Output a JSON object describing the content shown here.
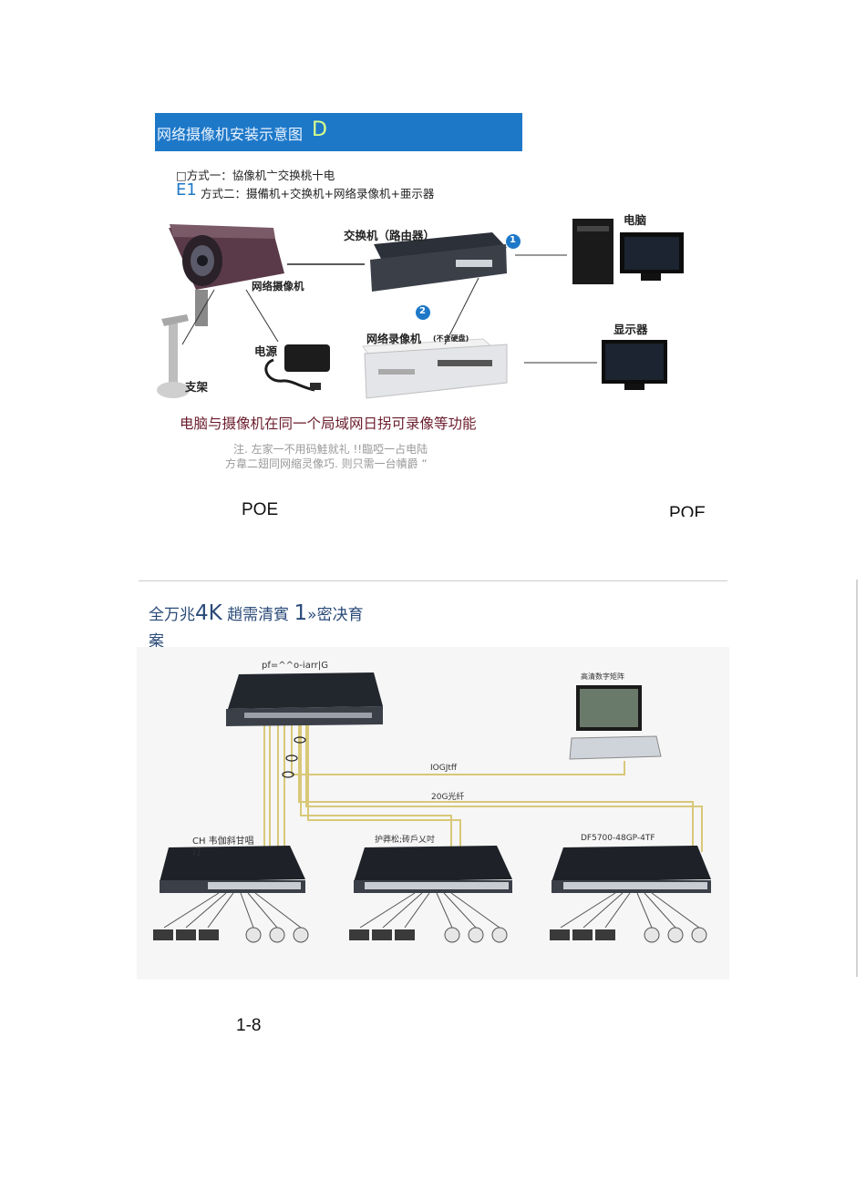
{
  "section1": {
    "banner_title": "网络摄像机安装示意图",
    "banner_letter": "D",
    "option1": "□方式一：協像机亠交换桃十电",
    "option2_tag": "E1",
    "option2": "方式二：摄備机+交换机+网络录像机+亜示器",
    "labels": {
      "switch": "交换机（路由器）",
      "computer": "电脑",
      "camera": "网络摄像机",
      "num1": "1",
      "num2": "2",
      "nvr": "网络录像机",
      "nvr_note": "(不含硬盘)",
      "monitor": "显示器",
      "power": "电源",
      "bracket": "支架"
    },
    "caption": "电脑与摄像机在同一个局域网日拐可录像等功能",
    "note_line1": "注. 左家一不用码鮭就礼 !!臨啞一占电陆",
    "note_line2": "方韋二翅同网缩灵像巧. 则只需一台幘爵 “",
    "poe_left": "POE",
    "poe_right": "POE"
  },
  "section2": {
    "title_part1": "全万兆",
    "title_4k": "4K",
    "title_part2": "趙需清賓",
    "title_num": "1",
    "title_part3": "»密决育",
    "title_line2": "案",
    "labels": {
      "core_switch": "pf=^^o-iarr|G",
      "matrix": "高清数字矩阵",
      "link_10g": "IOGJtff",
      "link_20g": "20G光纤",
      "switch_left": "CH 韦伽斜甘唱",
      "switch_left_2": "汀",
      "switch_mid": "护莽松;砖戶乂吋",
      "switch_right": "DF5700-48GP-4TF"
    }
  },
  "page_number": "1-8",
  "colors": {
    "banner": "#1e78c8",
    "caption": "#6b1c2c",
    "fiber": "#d8c878"
  }
}
